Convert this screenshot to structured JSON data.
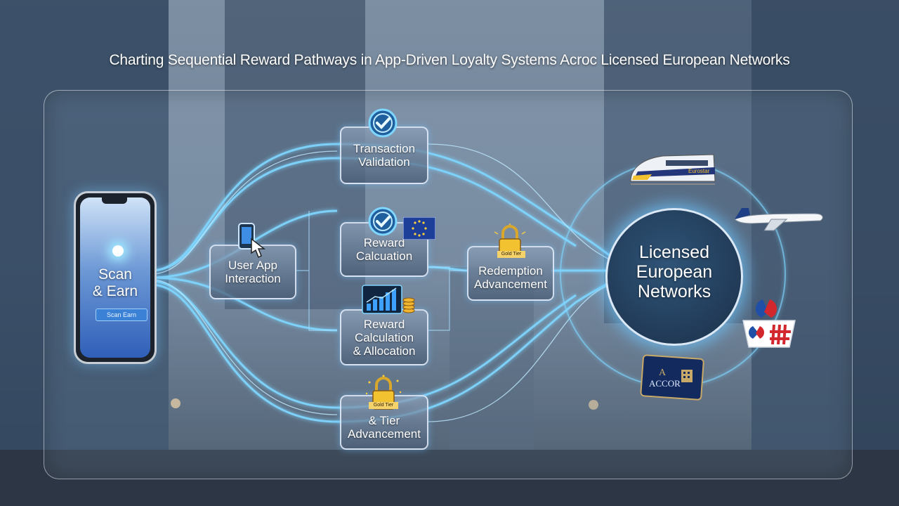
{
  "title": "Charting Sequential Reward Pathways in App-Driven Loyalty Systems Acroc Licensed European Networks",
  "phone": {
    "label_line1": "Scan",
    "label_line2": "& Earn",
    "button": "Scan Earn"
  },
  "nodes": {
    "user_app": [
      "User App",
      "Interaction"
    ],
    "transaction": [
      "Transaction",
      "Validation"
    ],
    "reward_calc": [
      "Reward",
      "Calcuation"
    ],
    "reward_alloc": [
      "Reward",
      "Calculation",
      "& Allocation"
    ],
    "tier": [
      "& Tier",
      "Advancement"
    ],
    "redemption": [
      "Redemption",
      "Advancement"
    ]
  },
  "lock_tags": {
    "redemption": "Gold Tier",
    "tier": "Gold Tier"
  },
  "hub": [
    "Licensed",
    "European",
    "Networks"
  ],
  "partners": {
    "train_label": "Eurostar",
    "airline_label": "",
    "hotel_brand": "ACCOR"
  },
  "colors": {
    "flow": "#7fd6ff",
    "glow": "#41b6ff",
    "node_border": "#e6f0ff"
  },
  "icons": [
    "check-badge-icon",
    "check-badge-icon",
    "eu-flag-icon",
    "bar-chart-coins-icon",
    "padlock-icon",
    "padlock-icon",
    "phone-tap-icon",
    "train-icon",
    "airplane-icon",
    "shopping-basket-icon",
    "hotel-card-icon"
  ]
}
